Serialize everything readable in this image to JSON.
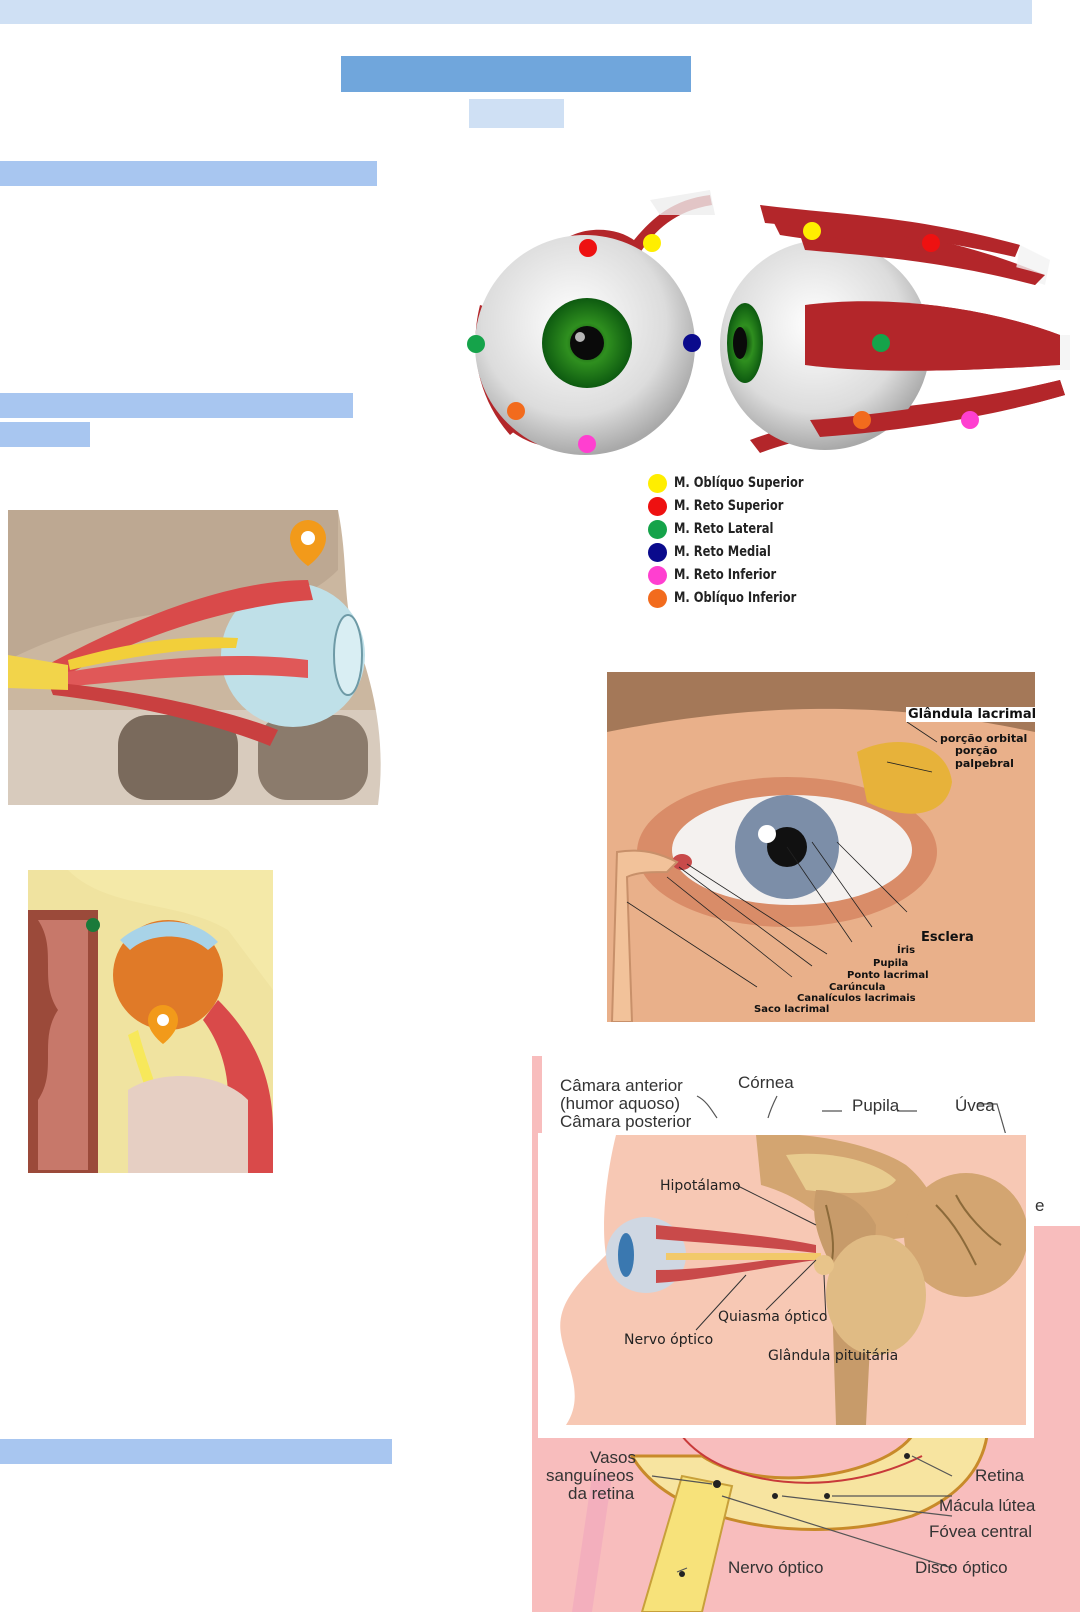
{
  "colors": {
    "top_band": "#cfe0f4",
    "title_bar": "#70a6dc",
    "subtitle_bar": "#cfe0f4",
    "section_bar": "#a8c6f0"
  },
  "muscle_legend": [
    {
      "label": "M. Oblíquo Superior",
      "color": "#ffee00"
    },
    {
      "label": "M. Reto Superior",
      "color": "#ee1111"
    },
    {
      "label": "M. Reto Lateral",
      "color": "#15a34a"
    },
    {
      "label": "M. Reto Medial",
      "color": "#0a0a8c"
    },
    {
      "label": "M. Reto Inferior",
      "color": "#ff3fd0"
    },
    {
      "label": "M. Oblíquo Inferior",
      "color": "#f26b1d"
    }
  ],
  "lacrimal": {
    "title": "Glândula lacrimal",
    "orbital": "porção orbital",
    "palpebral_1": "porção",
    "palpebral_2": "palpebral",
    "sclera": "Esclera",
    "iris": "Íris",
    "pupil": "Pupila",
    "punctum": "Ponto lacrimal",
    "caruncle": "Carúncula",
    "canaliculi": "Canalículos lacrimais",
    "sac": "Saco lacrimal"
  },
  "eye_section": {
    "anterior_chamber_1": "Câmara anterior",
    "anterior_chamber_2": "(humor aquoso)",
    "posterior_chamber": "Câmara posterior",
    "cornea": "Córnea",
    "pupil": "Pupila",
    "uvea": "Úvea",
    "partial_e": "e",
    "vessels_1": "Vasos",
    "vessels_2": "sanguíneos",
    "vessels_3": "da retina",
    "retina": "Retina",
    "macula": "Mácula lútea",
    "fovea": "Fóvea central",
    "optic_nerve": "Nervo óptico",
    "optic_disc": "Disco óptico"
  },
  "brain": {
    "hypothalamus": "Hipotálamo",
    "chiasm": "Quiasma óptico",
    "optic_nerve": "Nervo óptico",
    "pituitary": "Glândula pituitária"
  }
}
